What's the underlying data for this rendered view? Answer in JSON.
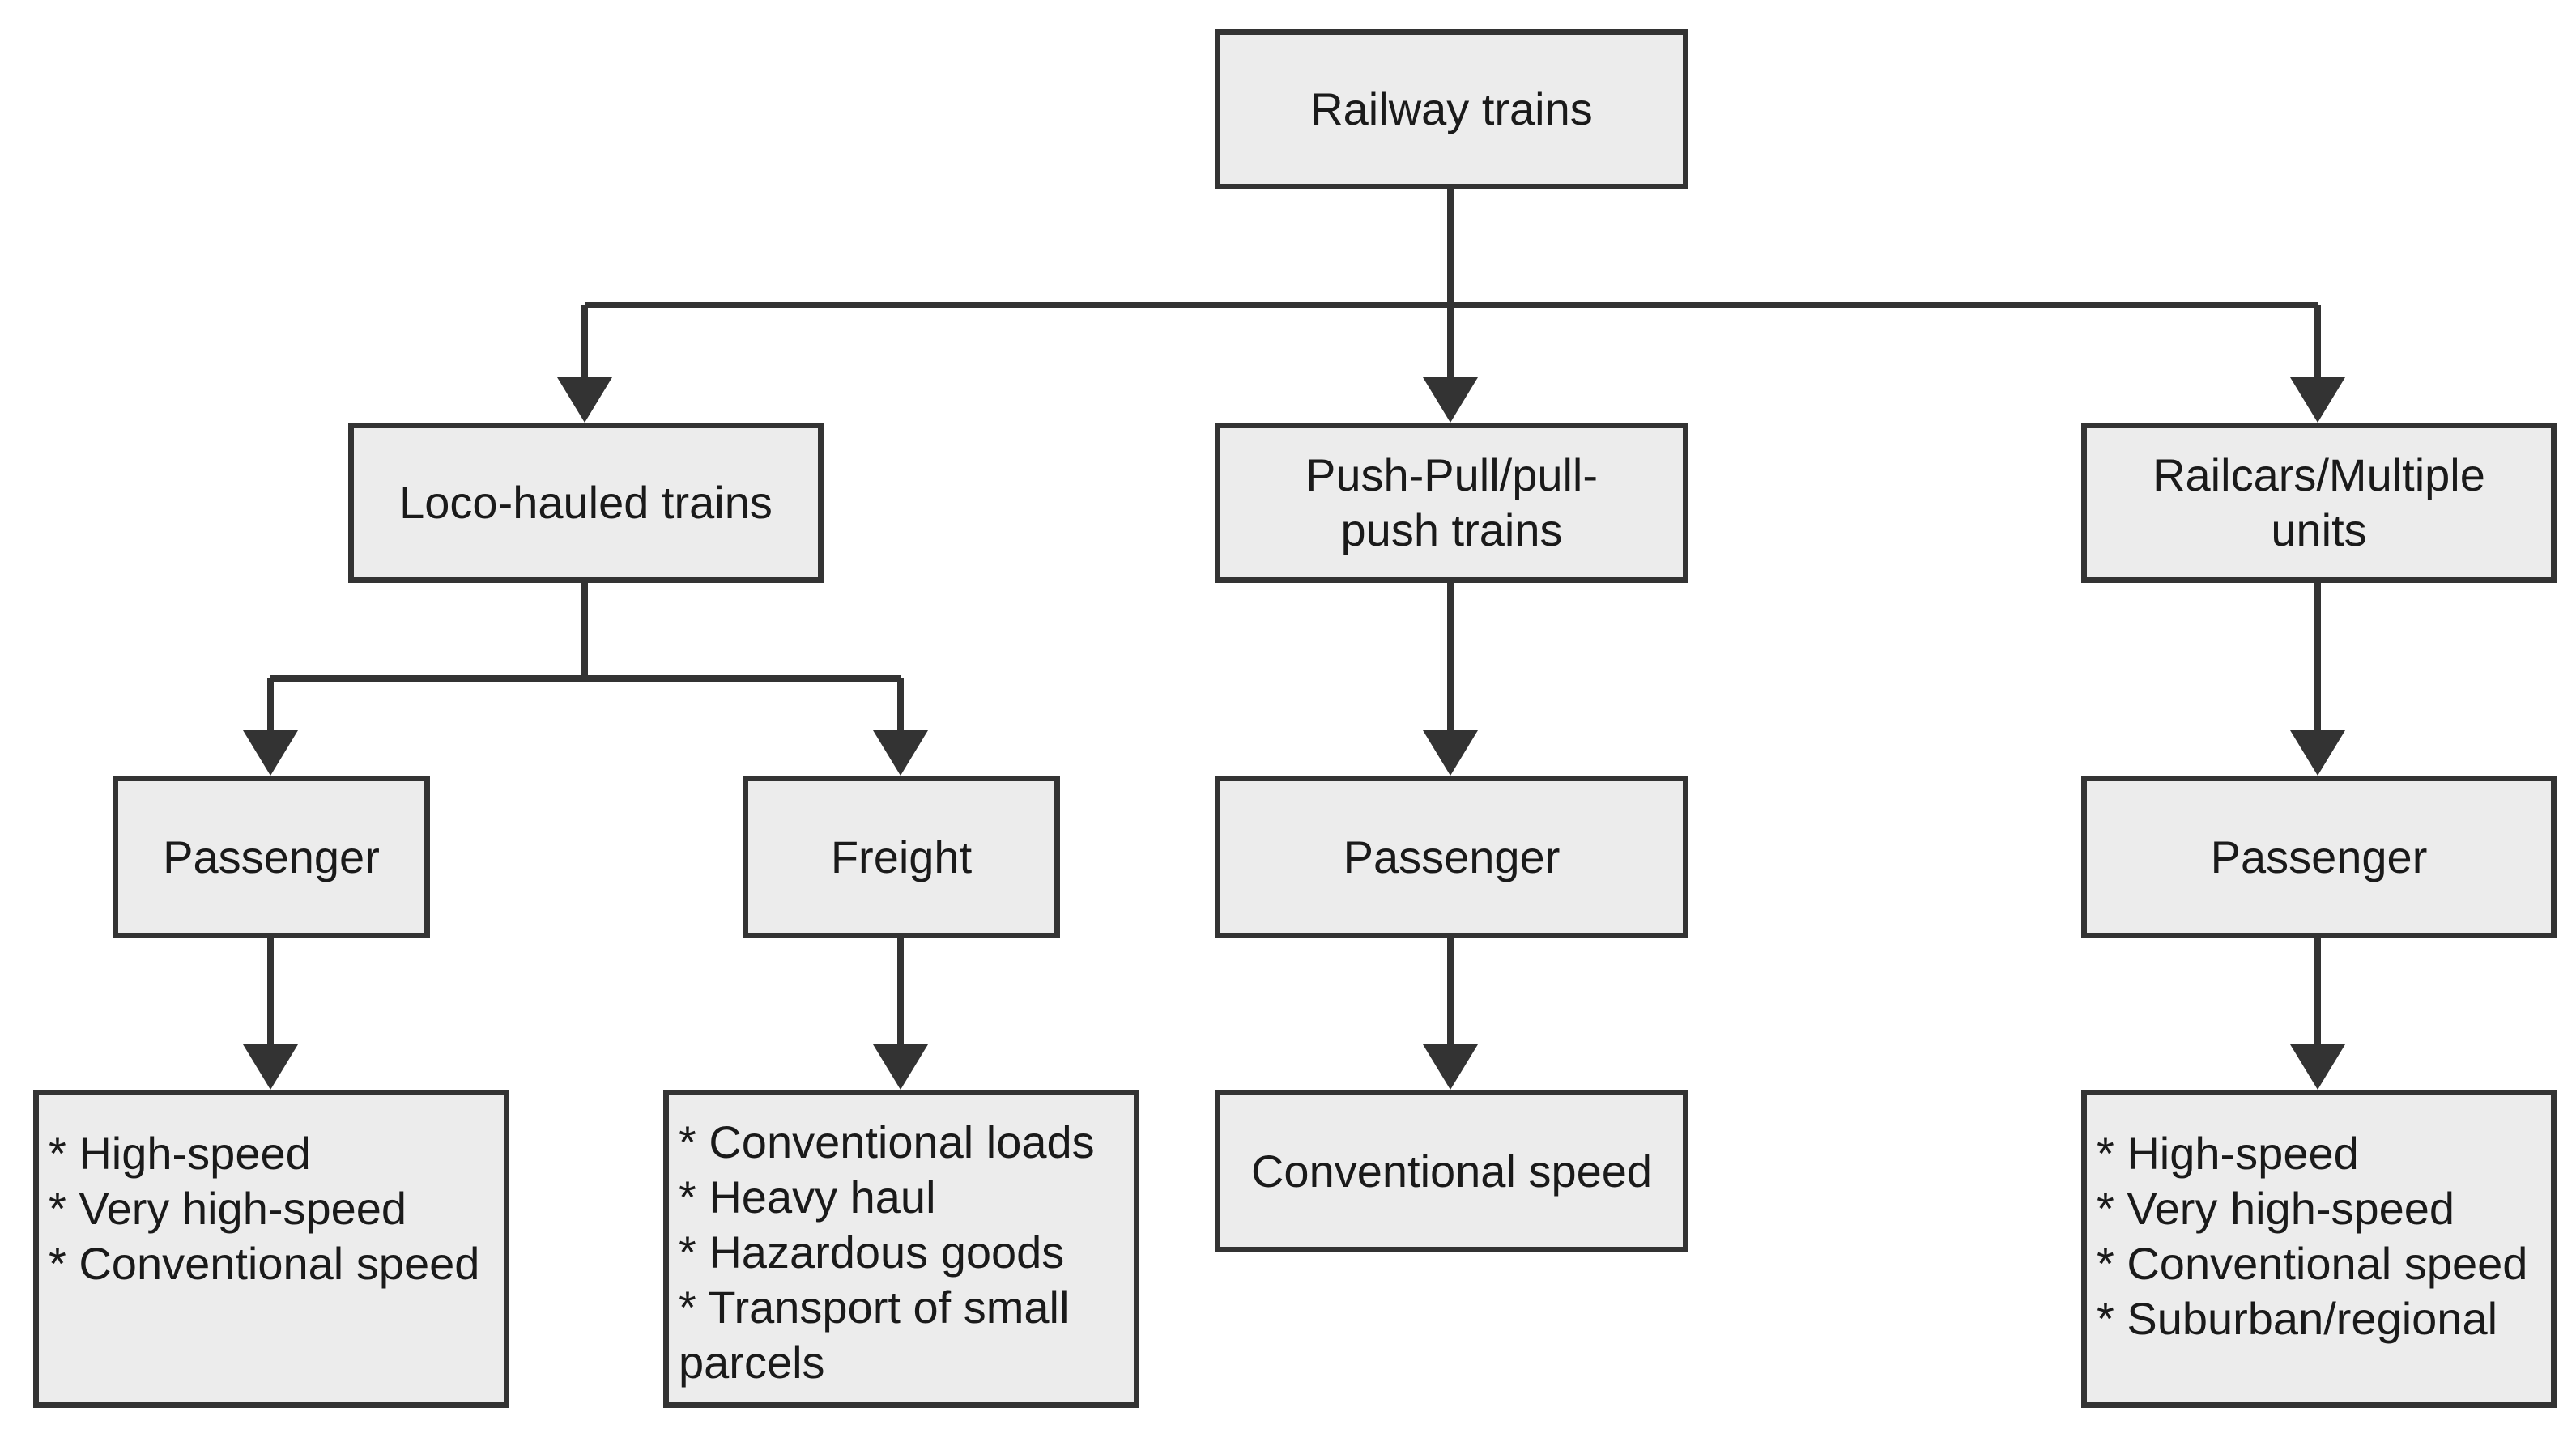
{
  "nodes": {
    "root": {
      "label": "Railway trains"
    },
    "loco": {
      "label": "Loco-hauled trains"
    },
    "pushpull": {
      "label": "Push-Pull/pull-push trains"
    },
    "railcars": {
      "label": "Railcars/Multiple units"
    },
    "loco_passenger": {
      "label": "Passenger"
    },
    "loco_freight": {
      "label": "Freight"
    },
    "pushpull_passenger": {
      "label": "Passenger"
    },
    "railcars_passenger": {
      "label": "Passenger"
    },
    "loco_passenger_types": {
      "lines": [
        "* High-speed",
        "* Very high-speed",
        "* Conventional speed"
      ]
    },
    "loco_freight_types": {
      "lines": [
        "* Conventional loads",
        "* Heavy haul",
        "* Hazardous goods",
        "* Transport of small parcels"
      ]
    },
    "pushpull_passenger_types": {
      "label": "Conventional speed"
    },
    "railcars_passenger_types": {
      "lines": [
        "* High-speed",
        "* Very high-speed",
        "* Conventional speed",
        "* Suburban/regional"
      ]
    }
  },
  "colors": {
    "box_fill": "#ececec",
    "stroke": "#333333",
    "text": "#1a1a1a"
  }
}
